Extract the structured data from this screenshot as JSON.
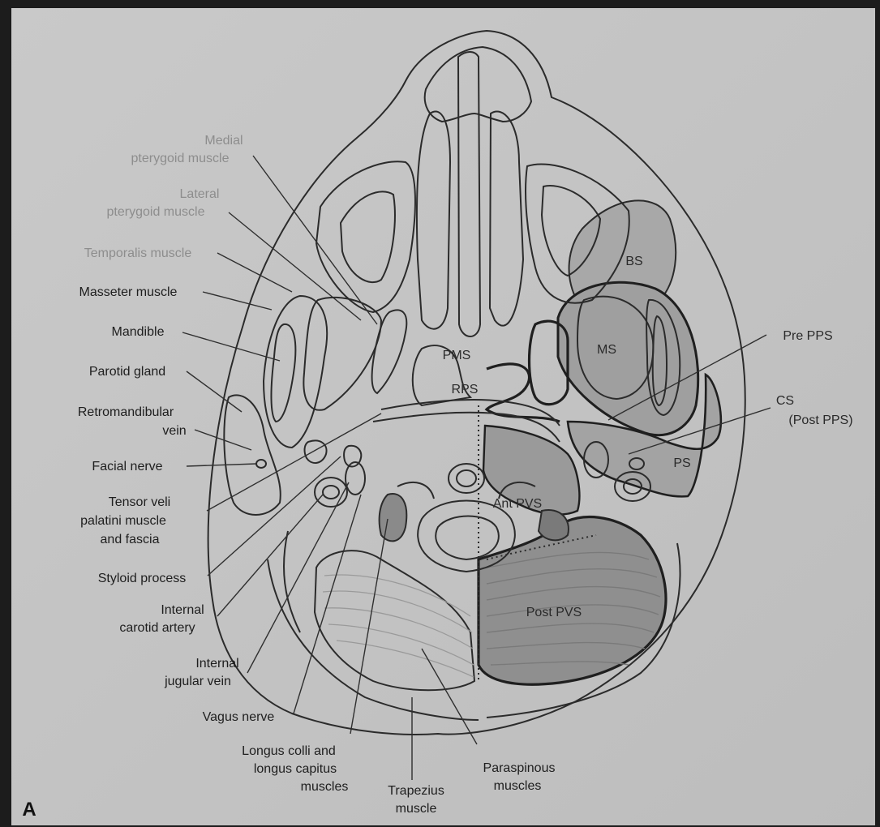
{
  "figure_letter": "A",
  "left_labels": {
    "medial_pterygoid": [
      "Medial",
      "pterygoid muscle"
    ],
    "lateral_pterygoid": [
      "Lateral",
      "pterygoid muscle"
    ],
    "temporalis": "Temporalis muscle",
    "masseter": "Masseter muscle",
    "mandible": "Mandible",
    "parotid": "Parotid gland",
    "retromandibular": [
      "Retromandibular",
      "vein"
    ],
    "facial_nerve": "Facial nerve",
    "tensor_veli": [
      "Tensor veli",
      "palatini muscle",
      "and fascia"
    ],
    "styloid": "Styloid process",
    "internal_carotid": [
      "Internal",
      "carotid artery"
    ],
    "internal_jugular": [
      "Internal",
      "jugular vein"
    ],
    "vagus": "Vagus nerve",
    "longus": [
      "Longus colli and",
      "longus capitus",
      "muscles"
    ],
    "trapezius": [
      "Trapezius",
      "muscle"
    ],
    "paraspinous": [
      "Paraspinous",
      "muscles"
    ]
  },
  "space_labels": {
    "bs": "BS",
    "ms": "MS",
    "pms": "PMS",
    "rps": "RPS",
    "ant_pvs": "Ant PVS",
    "post_pvs": "Post PVS",
    "ps": "PS",
    "pre_pps": "Pre PPS",
    "cs": [
      "CS",
      "(Post PPS)"
    ]
  },
  "colors": {
    "background_frame": "#1c1c1c",
    "paper": "#c4c4c4",
    "space_fill": "#a7a7a7",
    "dark_space_fill": "#8f8f8f",
    "line": "#2b2b2b"
  }
}
